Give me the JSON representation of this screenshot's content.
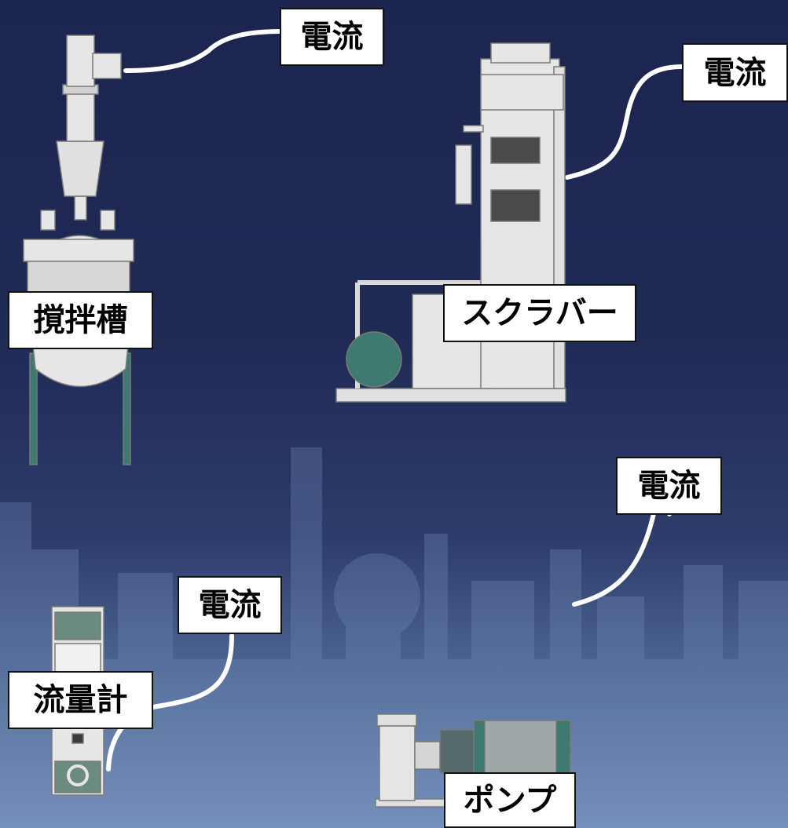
{
  "labels": {
    "agitation_tank_current": "電流",
    "agitation_tank": "撹拌槽",
    "scrubber_current": "電流",
    "scrubber": "スクラバー",
    "flowmeter_current": "電流",
    "flowmeter": "流量計",
    "pump_current": "電流",
    "pump": "ポンプ"
  },
  "colors": {
    "background_top": "#1c2550",
    "background_bottom": "#7895bd",
    "equipment_light": "#e6e6e6",
    "equipment_shade": "#c9c9c9",
    "teal": "#3e7a70",
    "screen_dark": "#4a4a4a",
    "wire": "#ffffff"
  }
}
